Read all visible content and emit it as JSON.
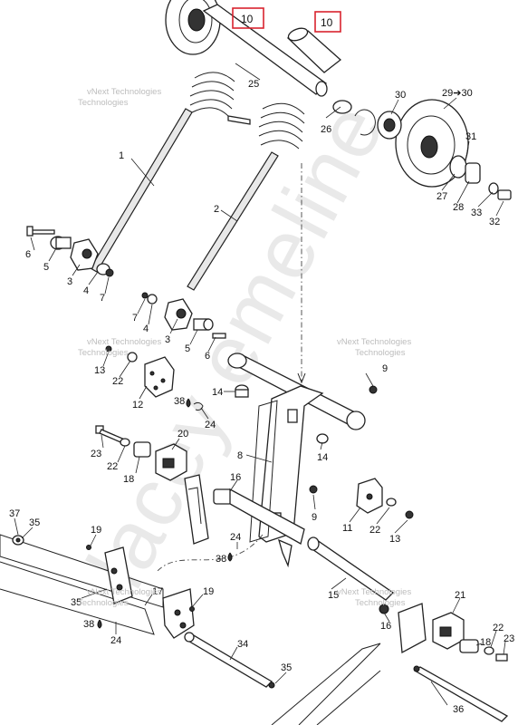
{
  "callouts_highlighted": [
    "10",
    "10"
  ],
  "watermark": {
    "line1": "vNext Technologies",
    "line2": "Technologies",
    "big": "lacey emeline"
  },
  "callouts": {
    "c1": "1",
    "c2": "2",
    "c3a": "3",
    "c3b": "3",
    "c4": "4",
    "c5a": "5",
    "c5b": "5",
    "c6a": "6",
    "c6b": "6",
    "c7a": "7",
    "c7b": "7",
    "c8": "8",
    "c9a": "9",
    "c9b": "9",
    "c11": "11",
    "c12": "12",
    "c13a": "13",
    "c13b": "13",
    "c14a": "14",
    "c14b": "14",
    "c15": "15",
    "c16a": "16",
    "c16b": "16",
    "c17": "17",
    "c18a": "18",
    "c18b": "18",
    "c19a": "19",
    "c19b": "19",
    "c20": "20",
    "c21": "21",
    "c22a": "22",
    "c22b": "22",
    "c22c": "22",
    "c22d": "22",
    "c23a": "23",
    "c23b": "23",
    "c24a": "24",
    "c24b": "24",
    "c24c": "24",
    "c25": "25",
    "c26": "26",
    "c27": "27",
    "c28": "28",
    "c2930": "29➔30",
    "c30": "30",
    "c31": "31",
    "c32": "32",
    "c33": "33",
    "c34": "34",
    "c35a": "35",
    "c35b": "35",
    "c35c": "35",
    "c36": "36",
    "c37": "37",
    "c38a": "38",
    "c38b": "38",
    "c38c": "38"
  }
}
